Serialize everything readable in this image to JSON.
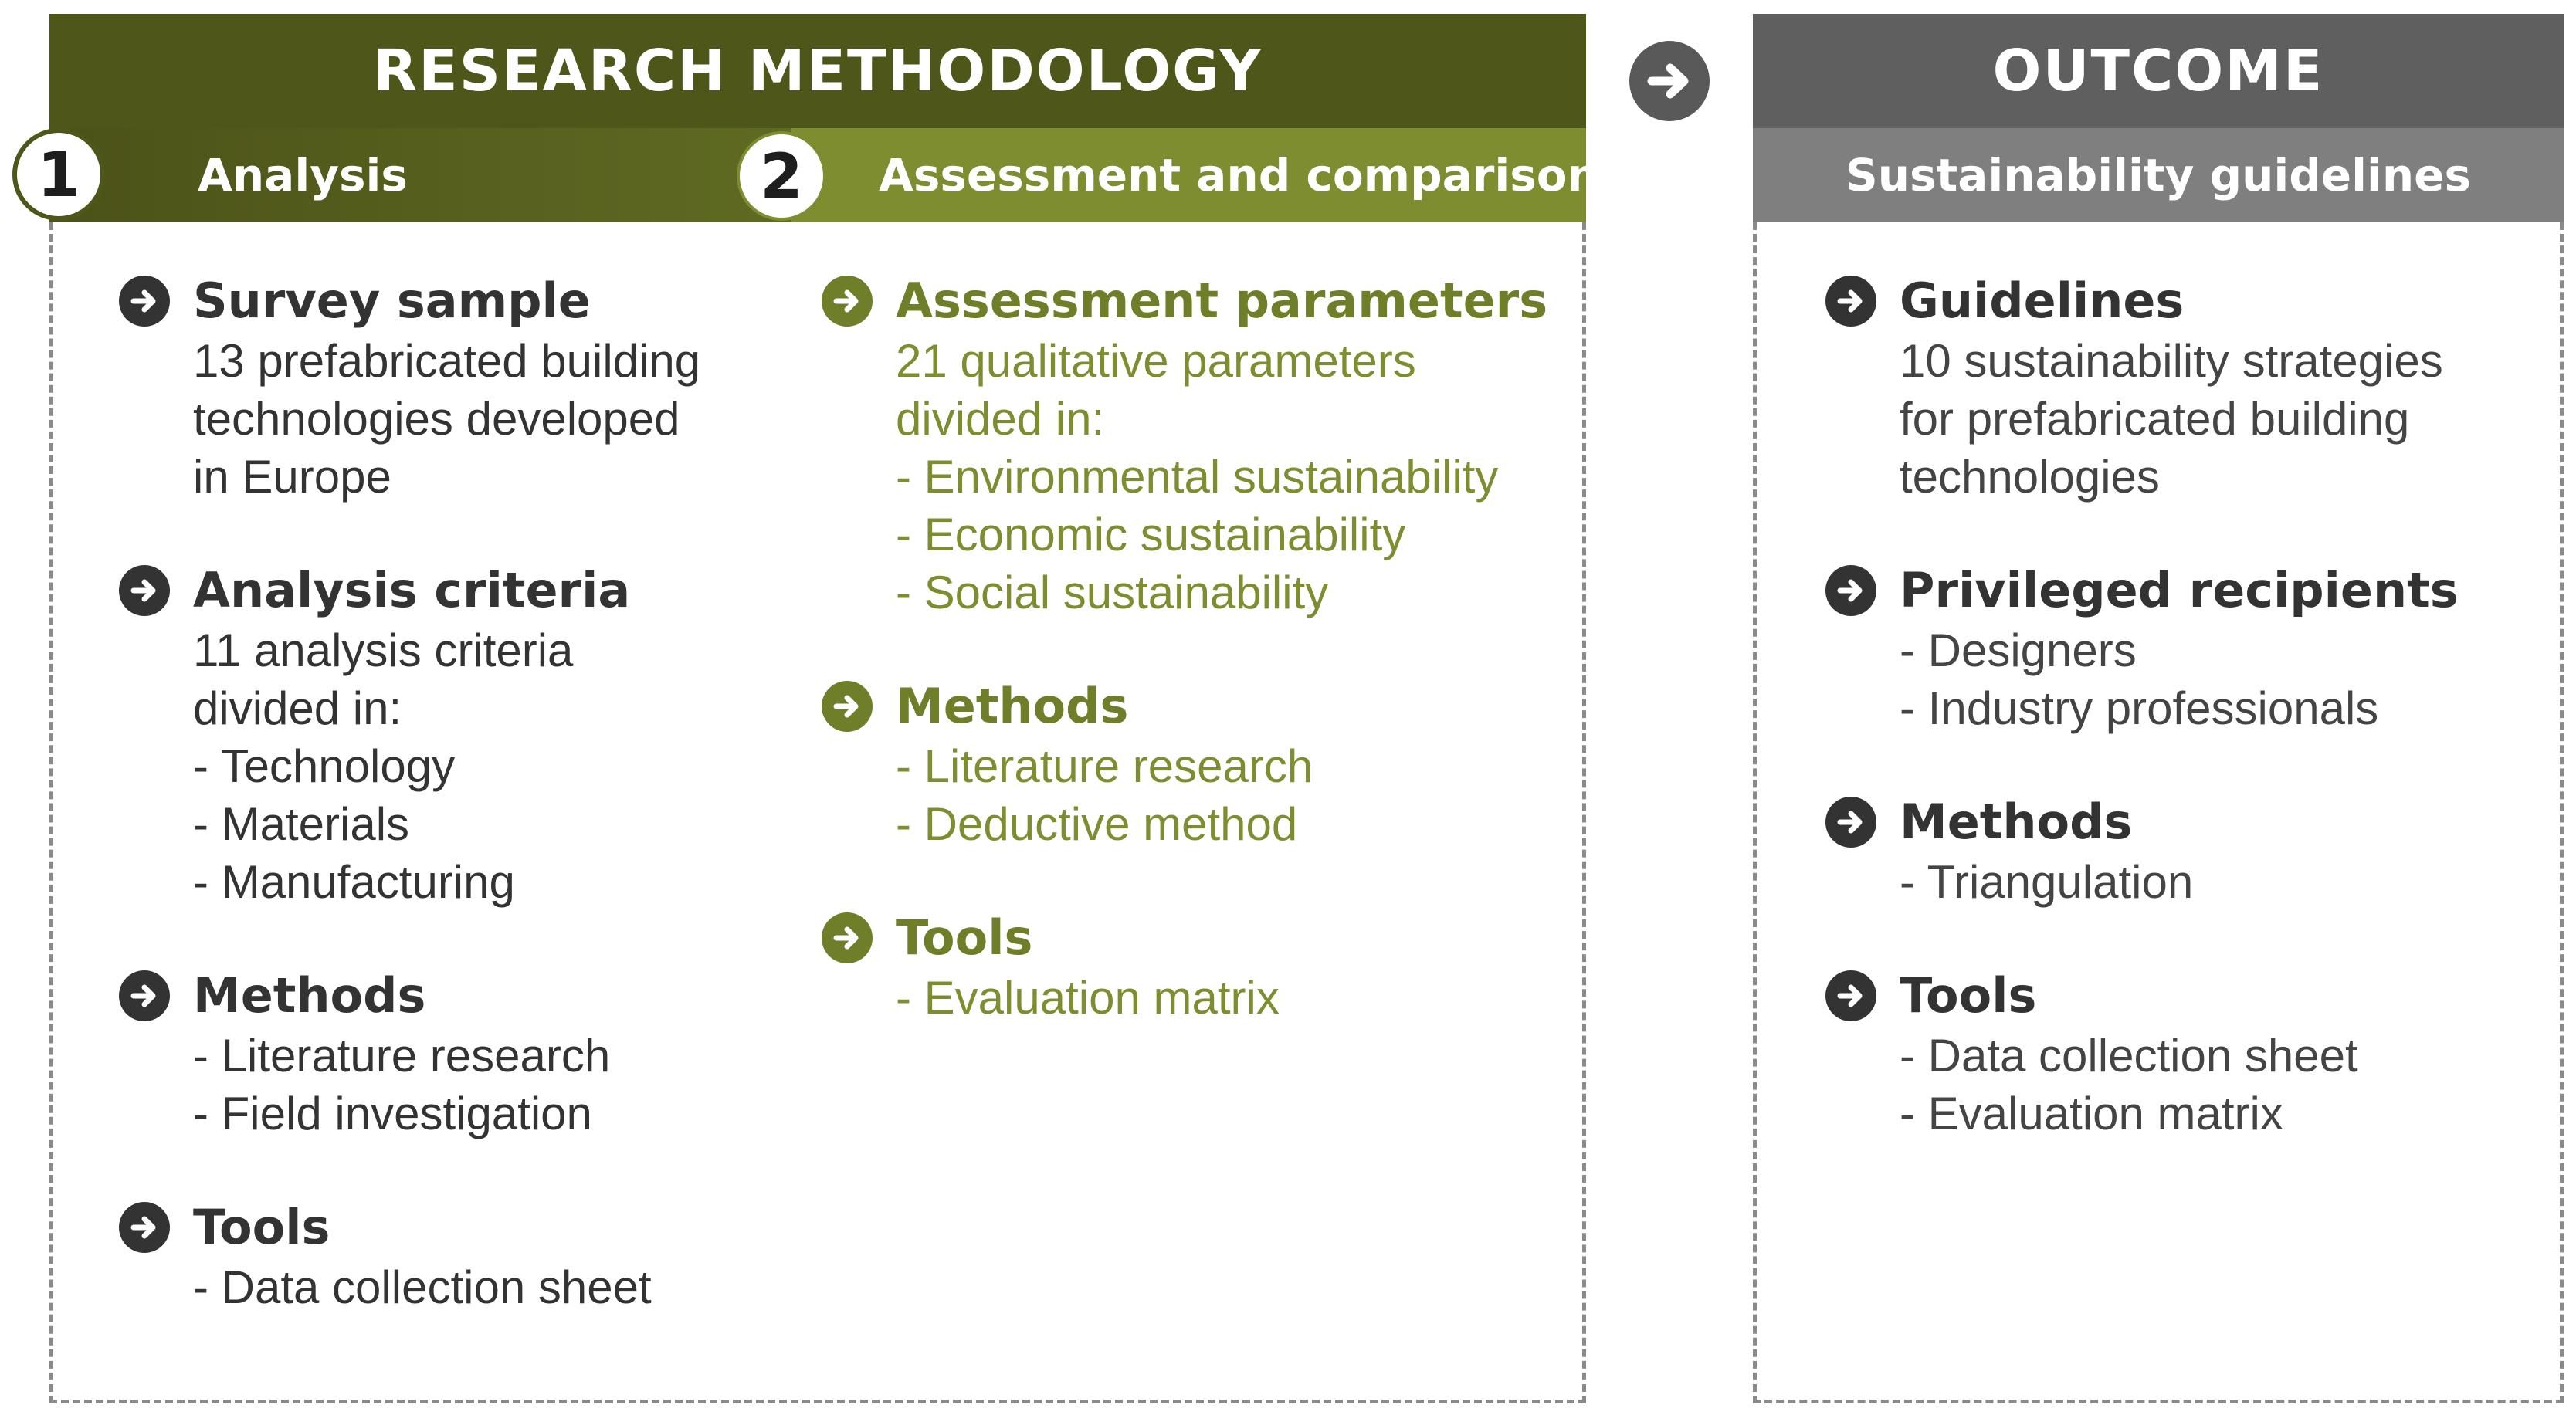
{
  "methodology": {
    "title": "RESEARCH METHODOLOGY",
    "step1": {
      "number": "1",
      "label": "Analysis"
    },
    "step2": {
      "number": "2",
      "label": "Assessment and comparison"
    },
    "analysis_sections": [
      {
        "title": "Survey sample",
        "lines": [
          "13 prefabricated building",
          "technologies developed",
          "in Europe"
        ]
      },
      {
        "title": "Analysis criteria",
        "lines": [
          "11 analysis criteria",
          "divided in:",
          "- Technology",
          "- Materials",
          "- Manufacturing"
        ]
      },
      {
        "title": "Methods",
        "lines": [
          "- Literature research",
          "- Field investigation"
        ]
      },
      {
        "title": "Tools",
        "lines": [
          "- Data collection sheet"
        ]
      }
    ],
    "assessment_sections": [
      {
        "title": "Assessment parameters",
        "lines": [
          "21 qualitative parameters",
          "divided in:",
          "- Environmental sustainability",
          "- Economic sustainability",
          "- Social sustainability"
        ]
      },
      {
        "title": "Methods",
        "lines": [
          "- Literature research",
          "- Deductive method"
        ]
      },
      {
        "title": "Tools",
        "lines": [
          "- Evaluation matrix"
        ]
      }
    ]
  },
  "outcome": {
    "title": "OUTCOME",
    "subtitle": "Sustainability guidelines",
    "sections": [
      {
        "title": "Guidelines",
        "lines": [
          "10 sustainability strategies",
          "for prefabricated building",
          "technologies"
        ]
      },
      {
        "title": "Privileged recipients",
        "lines": [
          "- Designers",
          "- Industry professionals"
        ]
      },
      {
        "title": "Methods",
        "lines": [
          "- Triangulation"
        ]
      },
      {
        "title": "Tools",
        "lines": [
          "- Data collection sheet",
          "- Evaluation matrix"
        ]
      }
    ]
  },
  "icons": {
    "bullet": "arrow-circle-right-icon",
    "connector": "arrow-right-icon"
  },
  "colors": {
    "methodology_header": "#4e5619",
    "assessment_accent": "#7d8d30",
    "outcome_header": "#5f5f5f",
    "outcome_sub": "#7f7f7f"
  }
}
